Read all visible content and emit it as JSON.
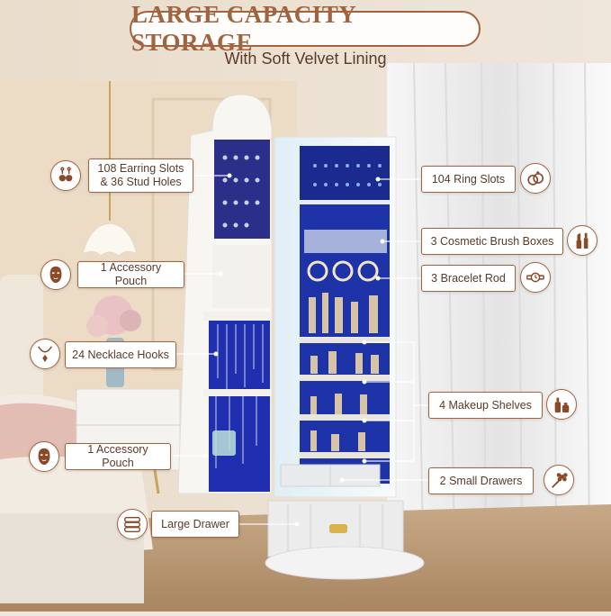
{
  "header": {
    "title": "LARGE CAPACITY STORAGE",
    "subtitle": "With Soft Velvet Lining"
  },
  "left_callouts": [
    {
      "text": "108 Earring Slots & 36 Stud Holes",
      "icon": "earring-icon"
    },
    {
      "text": "1 Accessory Pouch",
      "icon": "face-mask-icon"
    },
    {
      "text": "24 Necklace Hooks",
      "icon": "necklace-icon"
    },
    {
      "text": "1 Accessory Pouch",
      "icon": "face-mask-icon"
    },
    {
      "text": "Large Drawer",
      "icon": "stacked-towels-icon"
    }
  ],
  "right_callouts": [
    {
      "text": "104 Ring Slots",
      "icon": "rings-icon"
    },
    {
      "text": "3 Cosmetic Brush Boxes",
      "icon": "lipstick-icon"
    },
    {
      "text": "3 Bracelet Rod",
      "icon": "watch-icon"
    },
    {
      "text": "4 Makeup Shelves",
      "icon": "cosmetic-bottle-icon"
    },
    {
      "text": "2  Small Drawers",
      "icon": "hair-clip-icon"
    }
  ],
  "colors": {
    "accent": "#a2643f",
    "text": "#5a3a28",
    "velvet": "#1e33a8",
    "cabinet": "#f4f2ee"
  }
}
